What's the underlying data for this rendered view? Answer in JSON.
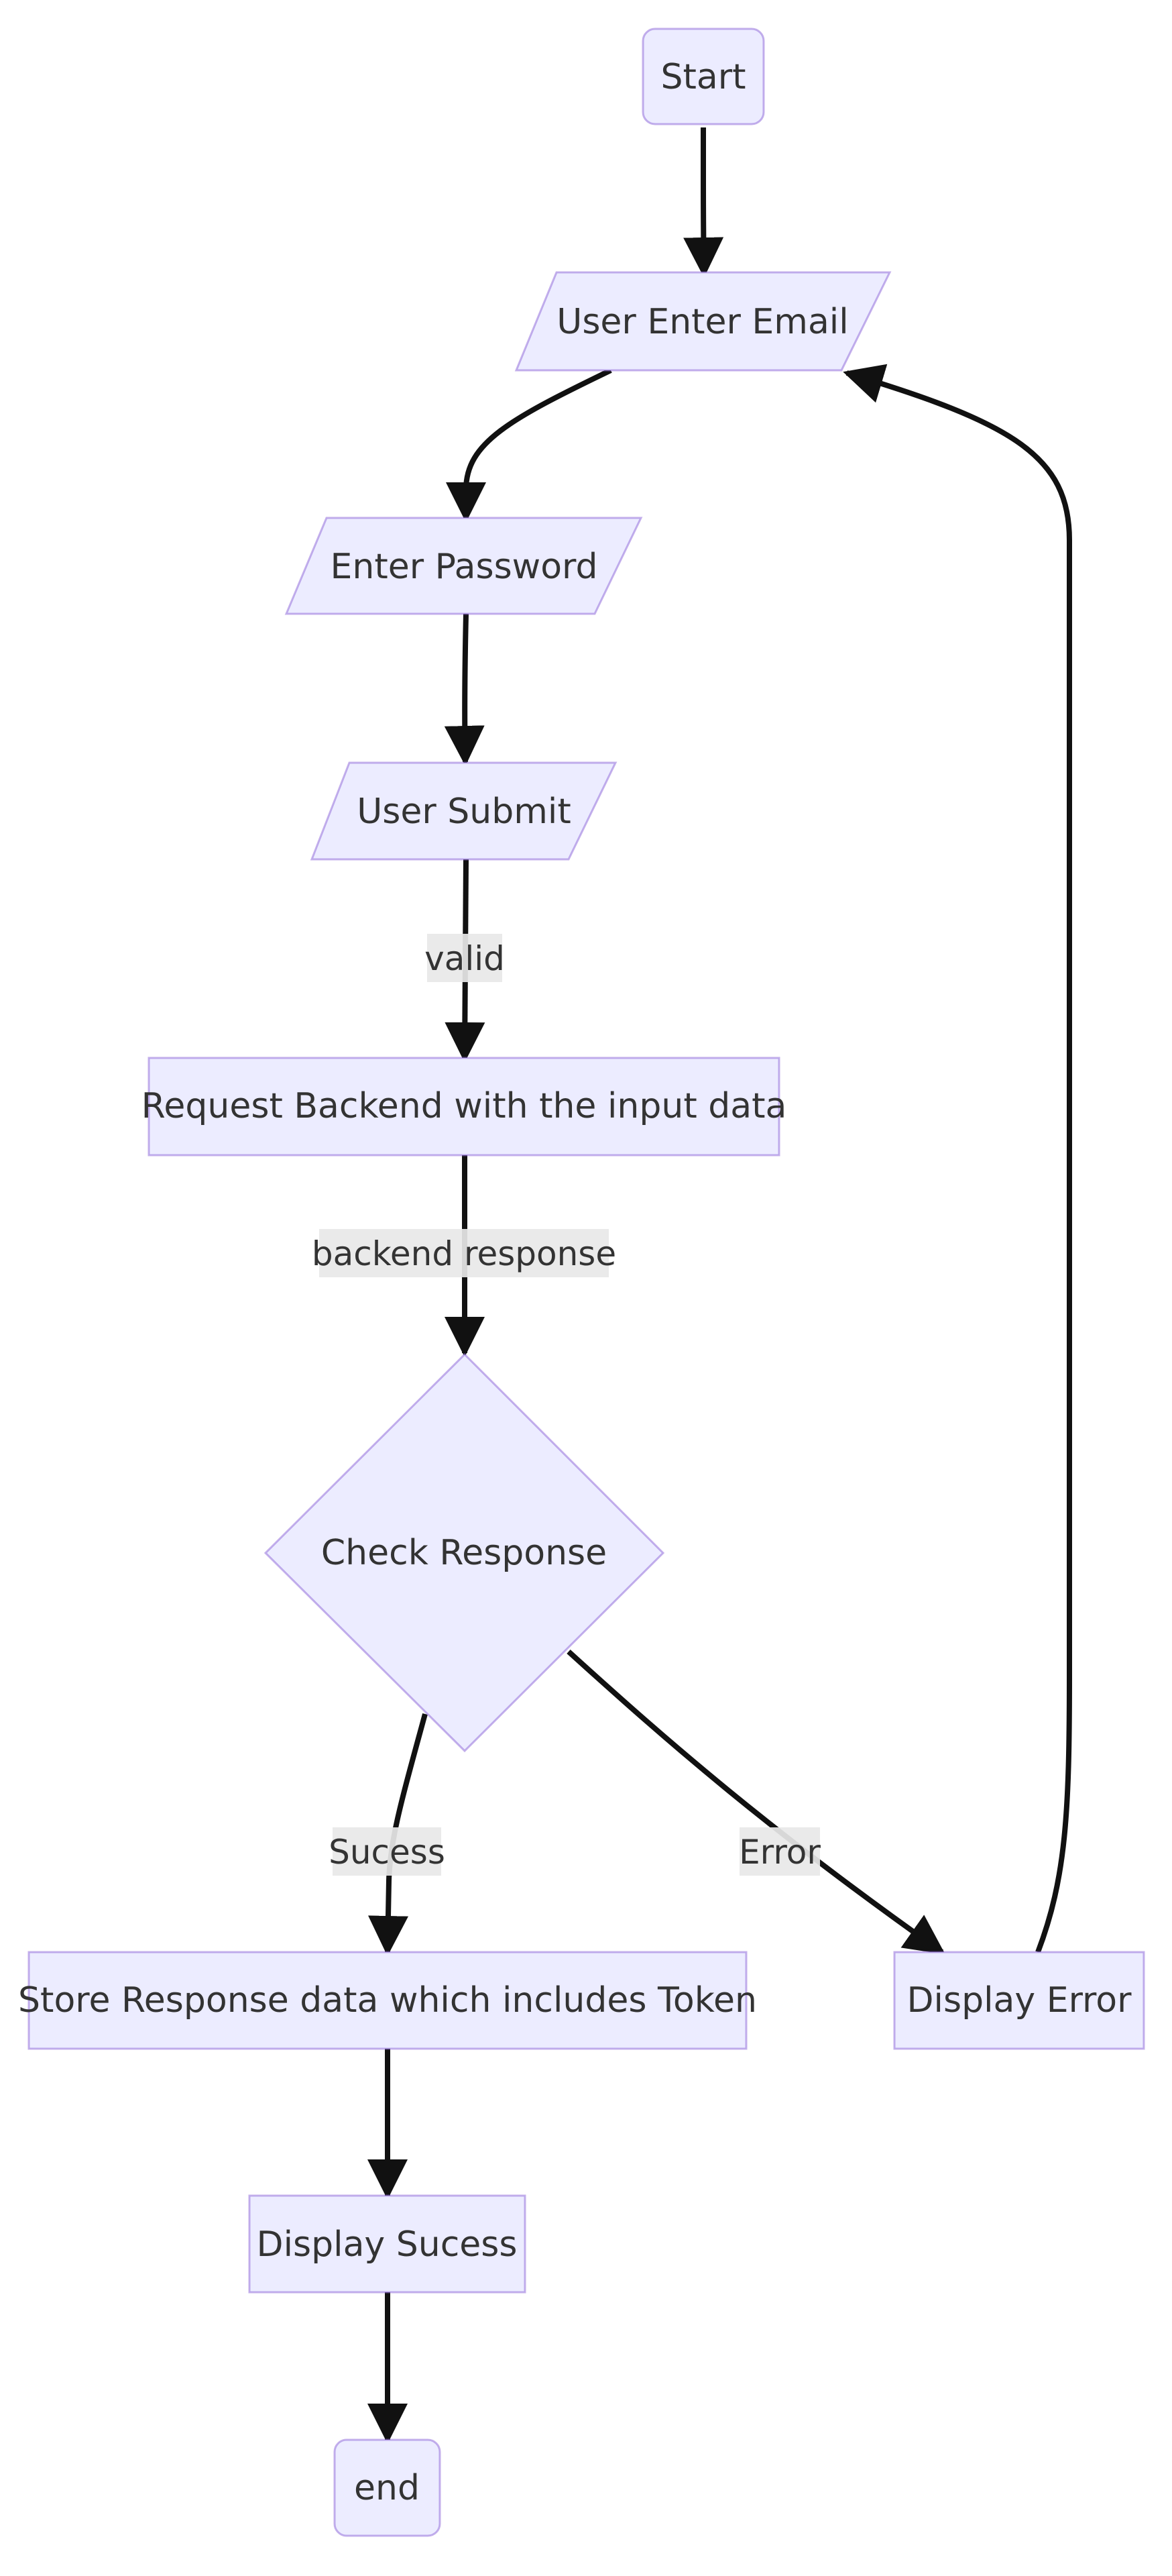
{
  "nodes": {
    "start": "Start",
    "email": "User Enter Email",
    "password": "Enter Password",
    "submit": "User Submit",
    "request": "Request Backend with the input data",
    "check": "Check Response",
    "store": "Store Response data which includes Token",
    "error": "Display Error",
    "success": "Display Sucess",
    "end": "end"
  },
  "edge_labels": {
    "valid": "valid",
    "backend_response": "backend response",
    "sucess": "Sucess",
    "error": "Error"
  }
}
